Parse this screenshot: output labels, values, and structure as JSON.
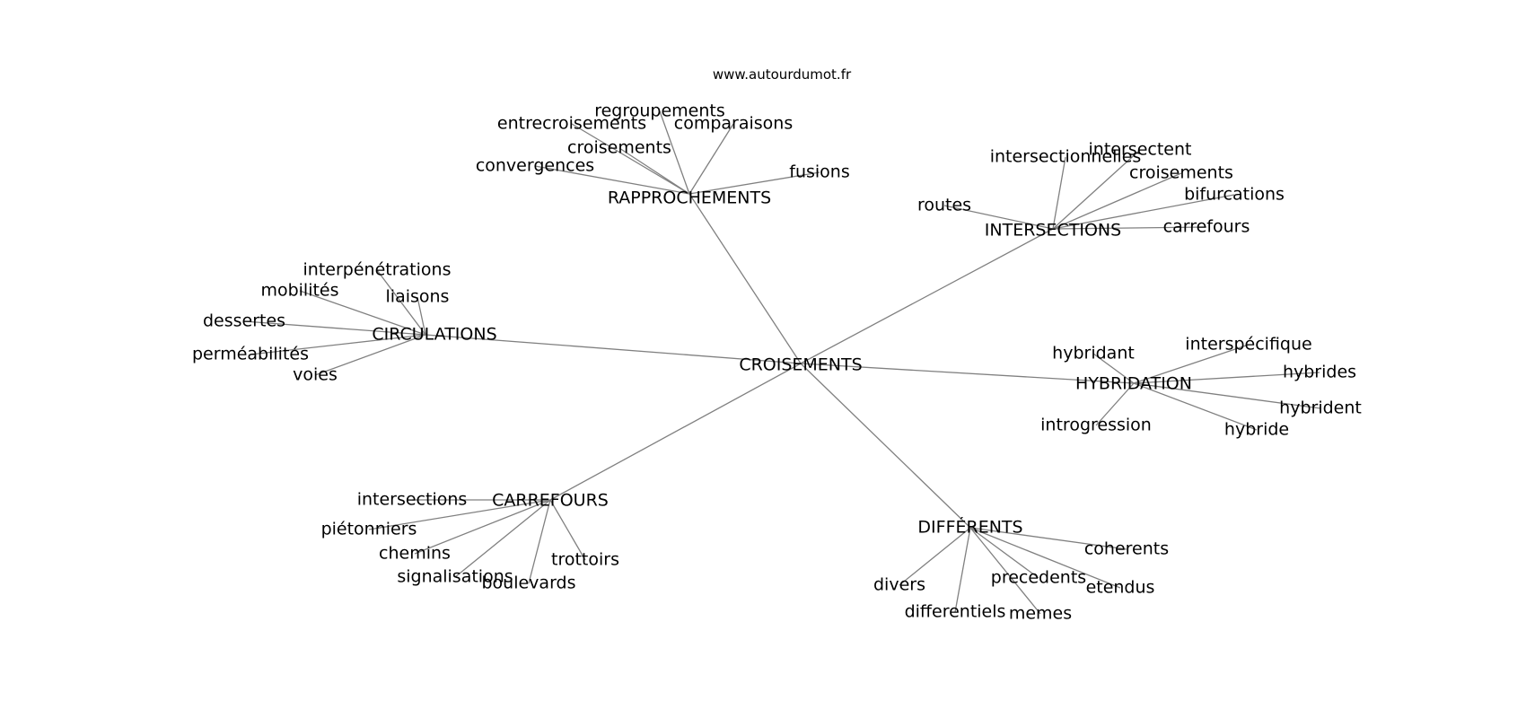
{
  "credit": "www.autourdumot.fr",
  "graph": {
    "center": "CROISEMENTS",
    "clusters": [
      {
        "label": "RAPPROCHEMENTS",
        "words": [
          "regroupements",
          "entrecroisements",
          "comparaisons",
          "croisements",
          "convergences",
          "fusions"
        ]
      },
      {
        "label": "INTERSECTIONS",
        "words": [
          "intersectionnelles",
          "intersectent",
          "croisements",
          "routes",
          "bifurcations",
          "carrefours"
        ]
      },
      {
        "label": "CIRCULATIONS",
        "words": [
          "interpénétrations",
          "mobilités",
          "liaisons",
          "dessertes",
          "perméabilités",
          "voies"
        ]
      },
      {
        "label": "HYBRIDATION",
        "words": [
          "hybridant",
          "interspécifique",
          "hybrides",
          "hybrident",
          "introgression",
          "hybride"
        ]
      },
      {
        "label": "CARREFOURS",
        "words": [
          "intersections",
          "piétonniers",
          "chemins",
          "signalisations",
          "trottoirs",
          "boulevards"
        ]
      },
      {
        "label": "DIFFÉRENTS",
        "words": [
          "coherents",
          "precedents",
          "etendus",
          "divers",
          "differentiels",
          "memes"
        ]
      }
    ]
  }
}
